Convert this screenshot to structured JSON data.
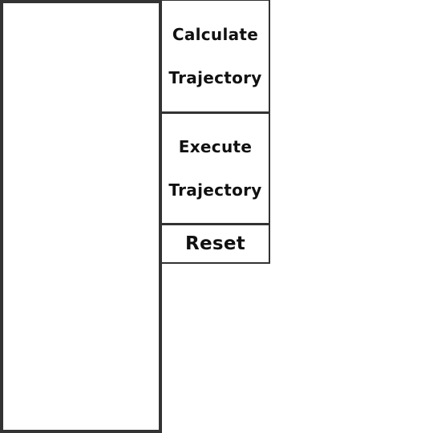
{
  "canvas": {
    "label": ""
  },
  "buttons": {
    "calculate": {
      "label": "Calculate Trajectory"
    },
    "execute": {
      "label": "Execute Trajectory"
    },
    "reset": {
      "label": "Reset"
    }
  },
  "colors": {
    "border": "#333333",
    "background": "#ffffff",
    "text": "#111111"
  }
}
